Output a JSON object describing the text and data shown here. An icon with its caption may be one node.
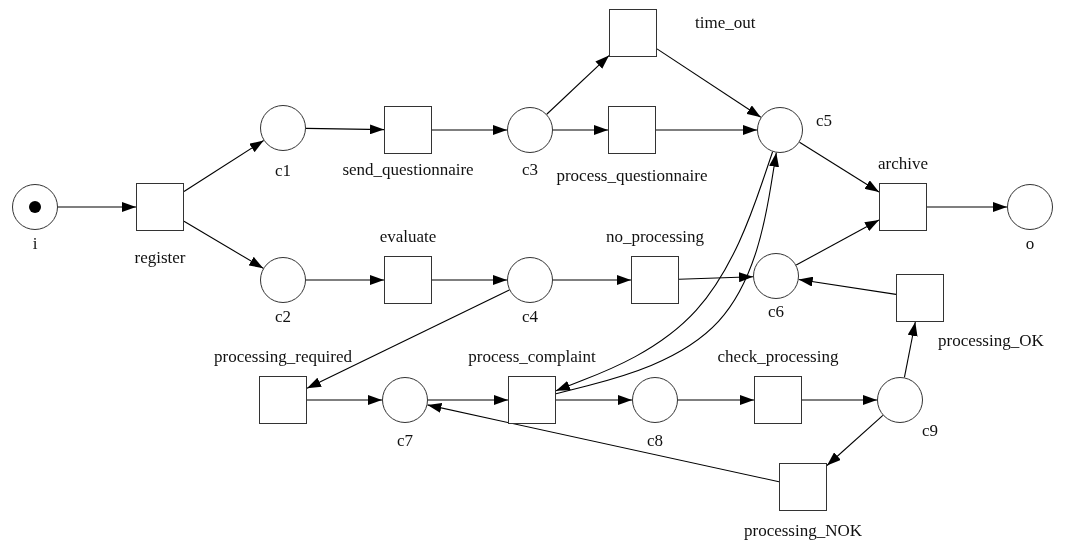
{
  "diagram": {
    "nodes": [
      {
        "text": [
          "i"
        ]
      },
      {
        "text": [
          "register"
        ]
      },
      {
        "text": [
          "c1"
        ]
      },
      {
        "text": [
          "send_questionnaire"
        ]
      },
      {
        "text": [
          "c3"
        ]
      },
      {
        "text": [
          "time_out"
        ]
      },
      {
        "text": [
          "process_questionnaire"
        ]
      },
      {
        "text": [
          "c5"
        ]
      },
      {
        "text": [
          "archive"
        ]
      },
      {
        "text": [
          "o"
        ]
      },
      {
        "text": [
          "c2"
        ]
      },
      {
        "text": [
          "evaluate"
        ]
      },
      {
        "text": [
          "c4"
        ]
      },
      {
        "text": [
          "no_processing"
        ]
      },
      {
        "text": [
          "c6"
        ]
      },
      {
        "text": [
          "processing_OK"
        ]
      },
      {
        "text": [
          "processing_required"
        ]
      },
      {
        "text": [
          "c7"
        ]
      },
      {
        "text": [
          "process_complaint"
        ]
      },
      {
        "text": [
          "c8"
        ]
      },
      {
        "text": [
          "check_processing"
        ]
      },
      {
        "text": [
          "c9"
        ]
      },
      {
        "text": [
          "processing_NOK"
        ]
      }
    ],
    "edges": [
      {
        "from": 0,
        "to": 1,
        "arrow": "to"
      },
      {
        "from": 1,
        "to": 2,
        "arrow": "to"
      },
      {
        "from": 1,
        "to": 10,
        "arrow": "to"
      },
      {
        "from": 2,
        "to": 3,
        "arrow": "to"
      },
      {
        "from": 3,
        "to": 4,
        "arrow": "to"
      },
      {
        "from": 4,
        "to": 5,
        "arrow": "to"
      },
      {
        "from": 4,
        "to": 6,
        "arrow": "to"
      },
      {
        "from": 5,
        "to": 7,
        "arrow": "to"
      },
      {
        "from": 6,
        "to": 7,
        "arrow": "to"
      },
      {
        "from": 7,
        "to": 8,
        "arrow": "to"
      },
      {
        "from": 8,
        "to": 9,
        "arrow": "to"
      },
      {
        "from": 10,
        "to": 11,
        "arrow": "to"
      },
      {
        "from": 11,
        "to": 12,
        "arrow": "to"
      },
      {
        "from": 12,
        "to": 13,
        "arrow": "to"
      },
      {
        "from": 13,
        "to": 14,
        "arrow": "to"
      },
      {
        "from": 14,
        "to": 8,
        "arrow": "to"
      },
      {
        "from": 12,
        "to": 16,
        "arrow": "to"
      },
      {
        "from": 16,
        "to": 17,
        "arrow": "to"
      },
      {
        "from": 17,
        "to": 18,
        "arrow": "to"
      },
      {
        "from": 7,
        "to": 18,
        "arrow": "to"
      },
      {
        "from": 18,
        "to": 7,
        "arrow": "to"
      },
      {
        "from": 18,
        "to": 19,
        "arrow": "to"
      },
      {
        "from": 19,
        "to": 20,
        "arrow": "to"
      },
      {
        "from": 20,
        "to": 21,
        "arrow": "to"
      },
      {
        "from": 21,
        "to": 15,
        "arrow": "to"
      },
      {
        "from": 15,
        "to": 14,
        "arrow": "to"
      },
      {
        "from": 21,
        "to": 22,
        "arrow": "to"
      },
      {
        "from": 22,
        "to": 17,
        "arrow": "to"
      }
    ]
  }
}
